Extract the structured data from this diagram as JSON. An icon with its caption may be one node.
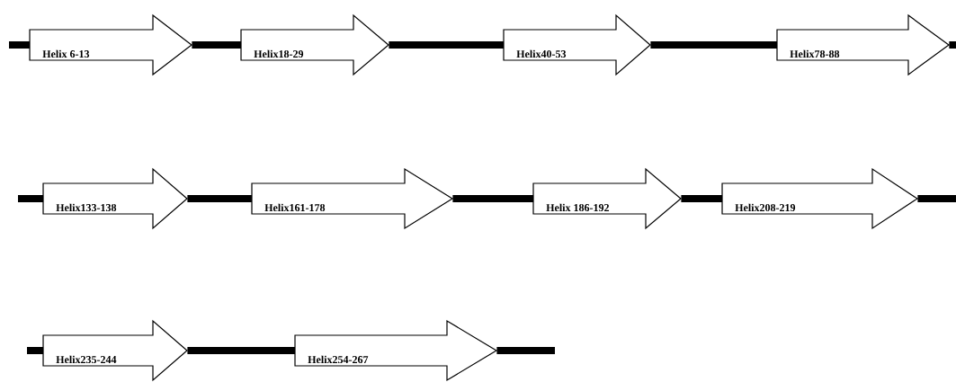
{
  "diagram": {
    "nodes": [
      {
        "text": [
          "Helix 6-13"
        ]
      },
      {
        "text": [
          "Helix18-29"
        ]
      },
      {
        "text": [
          "Helix40-53"
        ]
      },
      {
        "text": [
          "Helix78-88"
        ]
      },
      {
        "text": [
          "Helix133-138"
        ]
      },
      {
        "text": [
          "Helix161-178"
        ]
      },
      {
        "text": [
          "Helix 186-192"
        ]
      },
      {
        "text": [
          "Helix208-219"
        ]
      },
      {
        "text": [
          "Helix235-244"
        ]
      },
      {
        "text": [
          "Helix254-267"
        ]
      }
    ],
    "edges": [
      {
        "from": null,
        "to": 0,
        "arrow": "none"
      },
      {
        "from": 0,
        "to": 1,
        "arrow": "none"
      },
      {
        "from": 1,
        "to": 2,
        "arrow": "none"
      },
      {
        "from": 2,
        "to": 3,
        "arrow": "none"
      },
      {
        "from": 3,
        "to": null,
        "arrow": "none"
      },
      {
        "from": null,
        "to": 4,
        "arrow": "none"
      },
      {
        "from": 4,
        "to": 5,
        "arrow": "none"
      },
      {
        "from": 5,
        "to": 6,
        "arrow": "none"
      },
      {
        "from": 6,
        "to": 7,
        "arrow": "none"
      },
      {
        "from": 7,
        "to": null,
        "arrow": "none"
      },
      {
        "from": null,
        "to": 8,
        "arrow": "none"
      },
      {
        "from": 8,
        "to": 9,
        "arrow": "none"
      },
      {
        "from": 9,
        "to": null,
        "arrow": "none"
      }
    ]
  }
}
